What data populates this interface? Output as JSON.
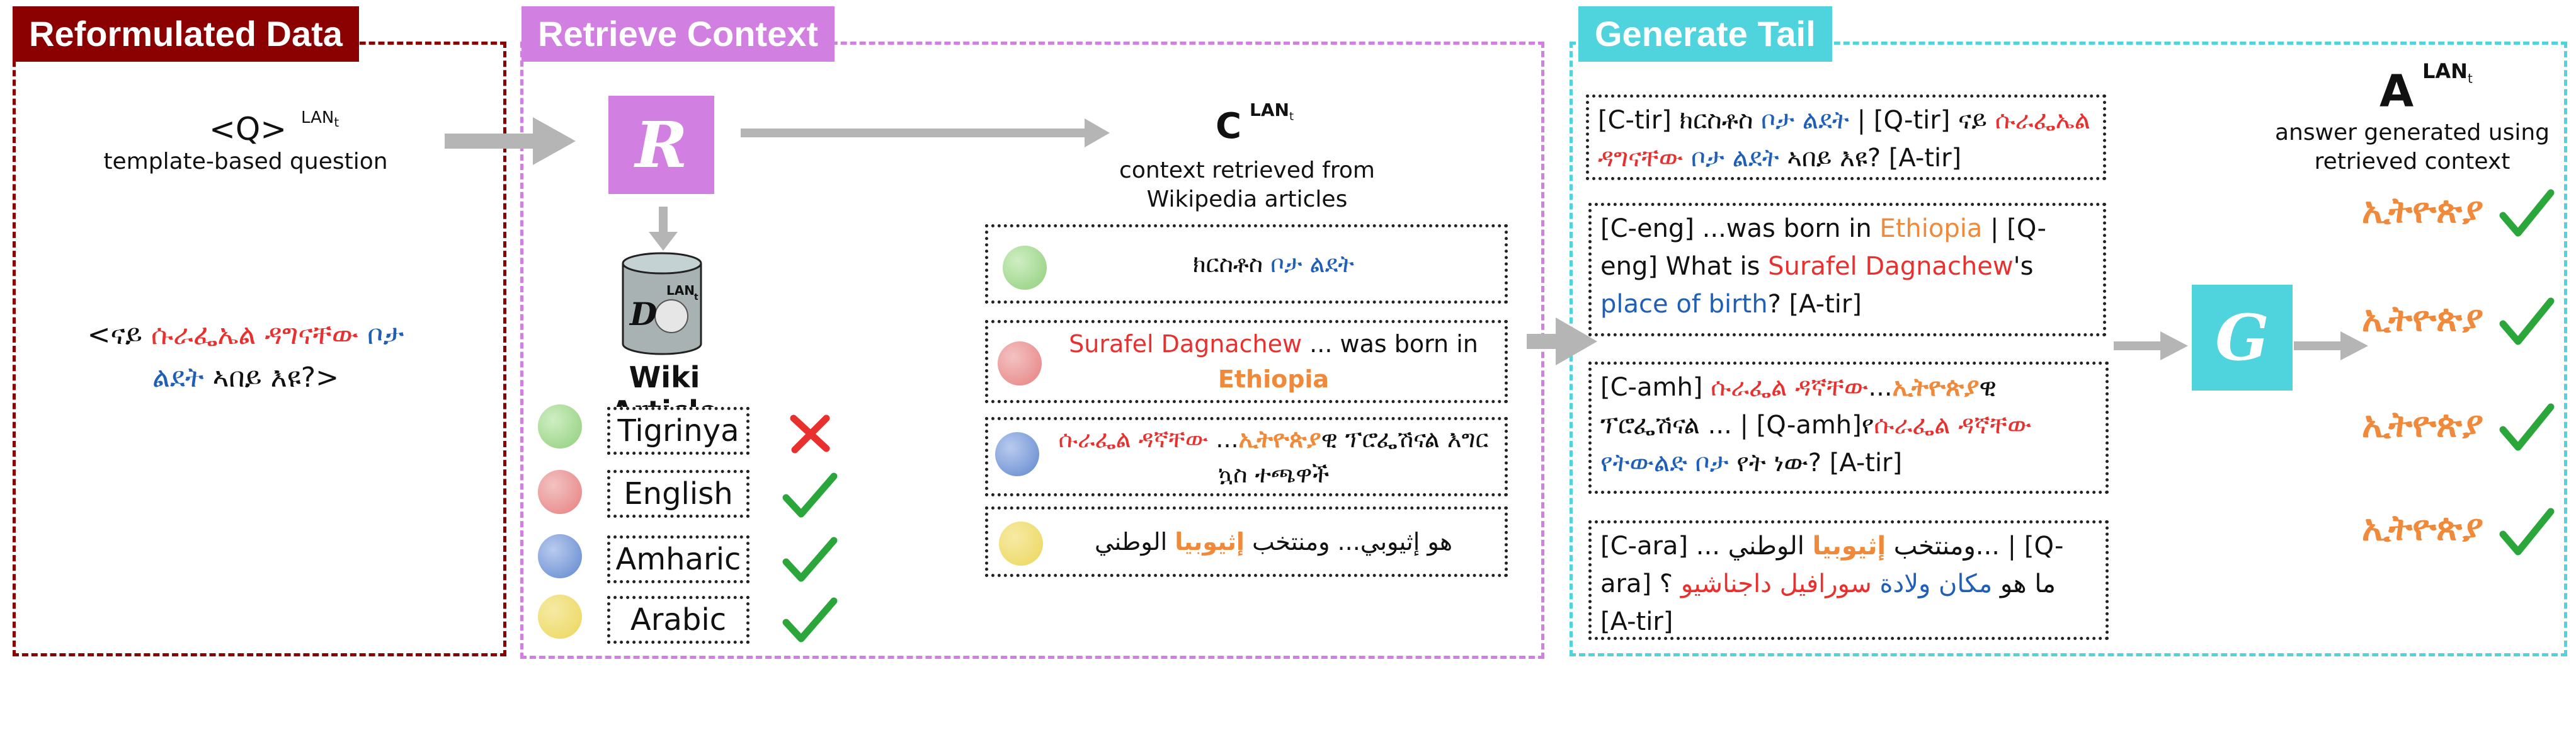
{
  "panels": {
    "reformulated": {
      "title": "Reformulated Data",
      "color": "#8b0000"
    },
    "retrieve": {
      "title": "Retrieve Context",
      "color": "#d27fe2"
    },
    "generate": {
      "title": "Generate Tail",
      "color": "#4fd3dc"
    }
  },
  "question": {
    "symbol": "<Q>",
    "superscript": "LAN",
    "subscript": "t",
    "caption": "template-based question",
    "example_prefix": "<ናይ ",
    "example_entity": "ሱራፌኤል ዳግናቸው",
    "example_relation": "ቦታ ልደት",
    "example_suffix": "ኣበይ እዩ?>"
  },
  "retriever": {
    "glyph": "R",
    "color": "#d27fe2"
  },
  "database": {
    "symbol": "D",
    "superscript": "LAN",
    "subscript": "t",
    "label": "Wiki Article"
  },
  "languages": [
    {
      "name": "Tigrinya",
      "status": "cross",
      "globe_color": "#8fce7a"
    },
    {
      "name": "English",
      "status": "check",
      "globe_color": "#e77f7f"
    },
    {
      "name": "Amharic",
      "status": "check",
      "globe_color": "#5f86cf"
    },
    {
      "name": "Arabic",
      "status": "check",
      "globe_color": "#ecd65a"
    }
  ],
  "context": {
    "symbol": "C",
    "superscript": "LAN",
    "subscript": "t",
    "caption": "context retrieved from Wikipedia articles",
    "items": [
      {
        "part1": "ክርስቶስ ",
        "part2": "ቦታ ልደት"
      },
      {
        "part1": "Surafel Dagnachew",
        "part2": " ... was born in ",
        "part3": "Ethiopia"
      },
      {
        "part1": "ሱራፌል ዳኛቸው",
        "part2": " ...",
        "part3": "ኢትዮጵያ",
        "part4": "ዊ ፕሮፌሽናል እግር ኳስ ተጫዋች"
      },
      {
        "part1": "هو إثيوبي... ومنتخب ",
        "part2": "إثيوبيا",
        "part3": " الوطني"
      }
    ]
  },
  "tails": [
    {
      "a": "[C-tir] ክርስቶስ ",
      "b": "ቦታ ልደት",
      "c": " | [Q-tir] ናይ ",
      "d": "ሱራፌኤል ዳግናቸው",
      "e": " ",
      "f": "ቦታ ልደት",
      "g": " ኣበይ እዩ?  [A-tir]"
    },
    {
      "a": "[C-eng] ...was born in ",
      "b": "Ethiopia",
      "c": " | [Q-eng] What is ",
      "d": "Surafel Dagnachew",
      "e": "'s ",
      "f": "place of birth",
      "g": "?  [A-tir]"
    },
    {
      "a": "[C-amh] ",
      "b": "ሱራፌል ዳኛቸው",
      "c": "...",
      "d": "ኢትዮጵያ",
      "e": "ዊ ፕሮፌሽናል ... | [Q-amh]የ",
      "f": "ሱራፌል ዳኛቸው",
      "g": " ",
      "h": "የትውልድ ቦታ",
      "i": " የት ነው? [A-tir]"
    },
    {
      "a": "[C-ara] ... ومنتخب ",
      "b": "إثيوبيا",
      "c": " الوطني... | [Q-ara] ما هو ",
      "d": "مكان ولادة",
      "e": " ",
      "f": "سورافيل داجناشيو",
      "g": " ؟ [A-tir]"
    }
  ],
  "generator": {
    "glyph": "G",
    "color": "#4fd3dc"
  },
  "answer": {
    "symbol": "A",
    "superscript": "LAN",
    "subscript": "t",
    "caption": "answer generated using retrieved context",
    "items": [
      "ኢትዮጵያ",
      "ኢትዮጵያ",
      "ኢትዮጵያ",
      "ኢትዮጵያ"
    ]
  }
}
